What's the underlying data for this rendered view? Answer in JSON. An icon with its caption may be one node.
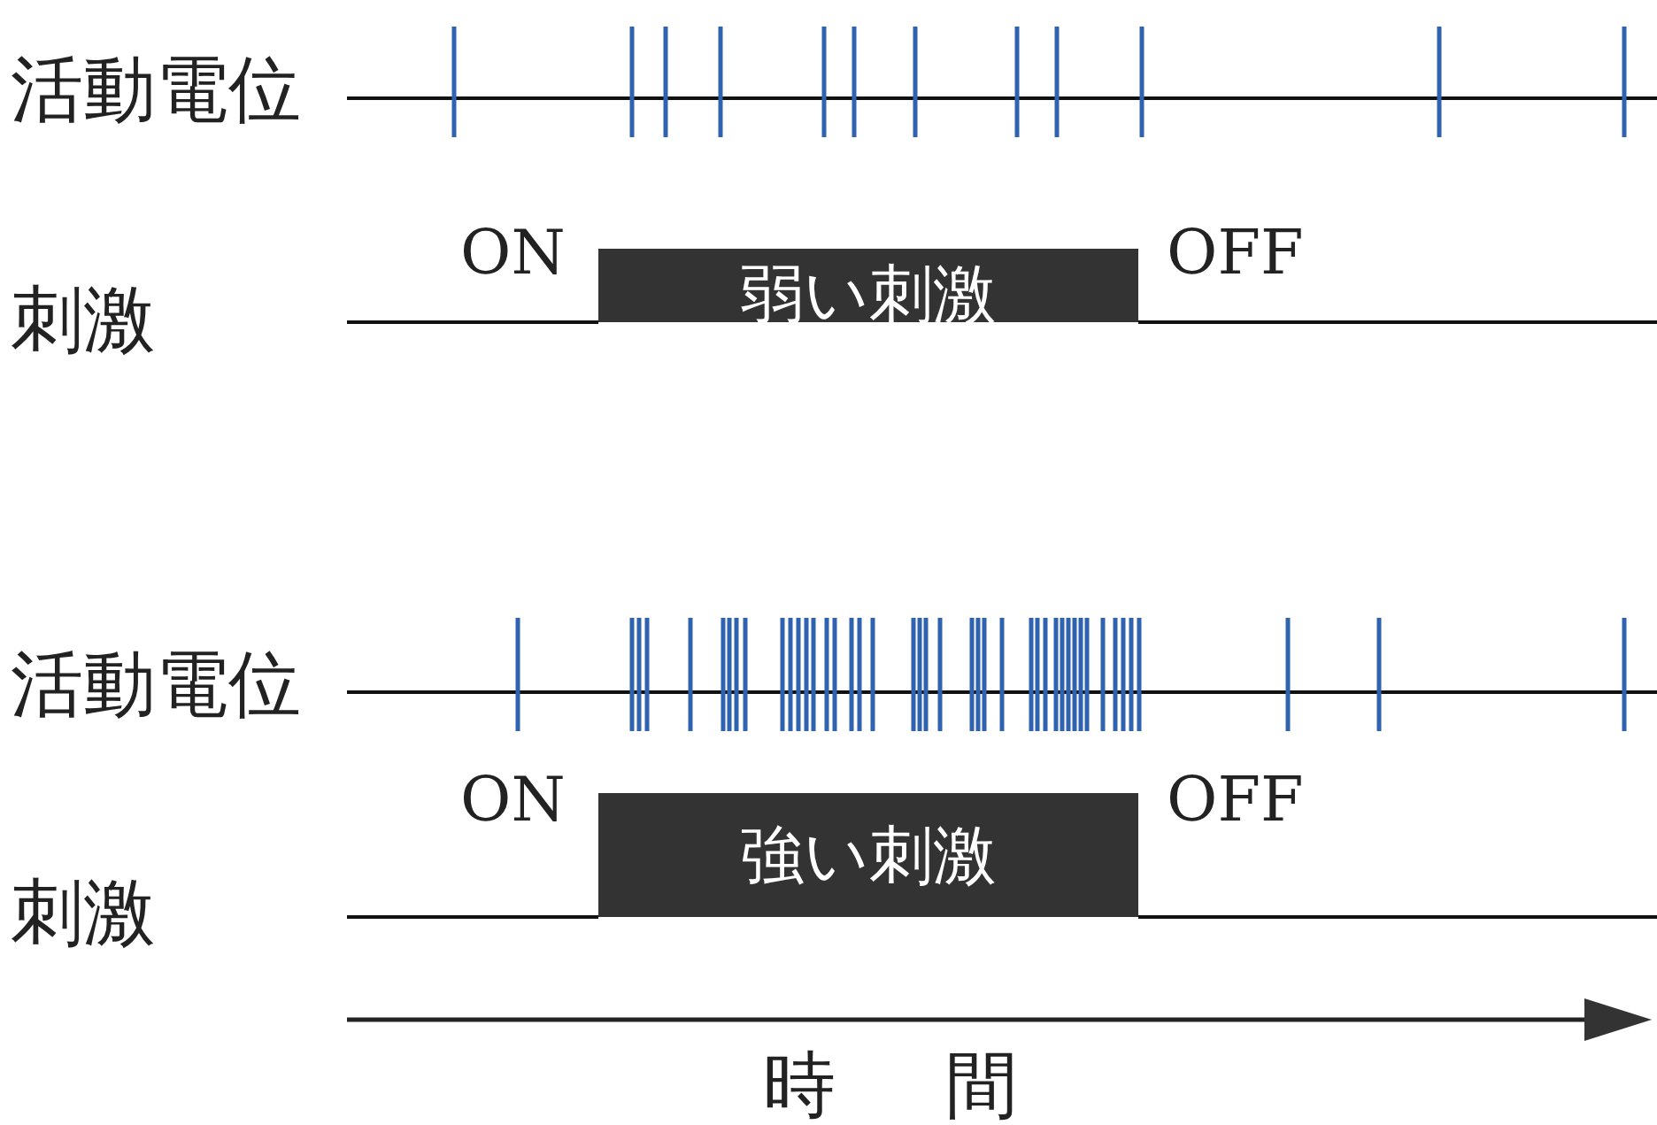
{
  "diagram": {
    "nodes": [
      {
        "text": [
          "弱い刺激"
        ]
      },
      {
        "text": [
          "強い刺激"
        ]
      }
    ],
    "labels": [
      "活動電位",
      "刺激",
      "ON",
      "OFF",
      "活動電位",
      "刺激",
      "ON",
      "OFF",
      "時 間"
    ]
  }
}
